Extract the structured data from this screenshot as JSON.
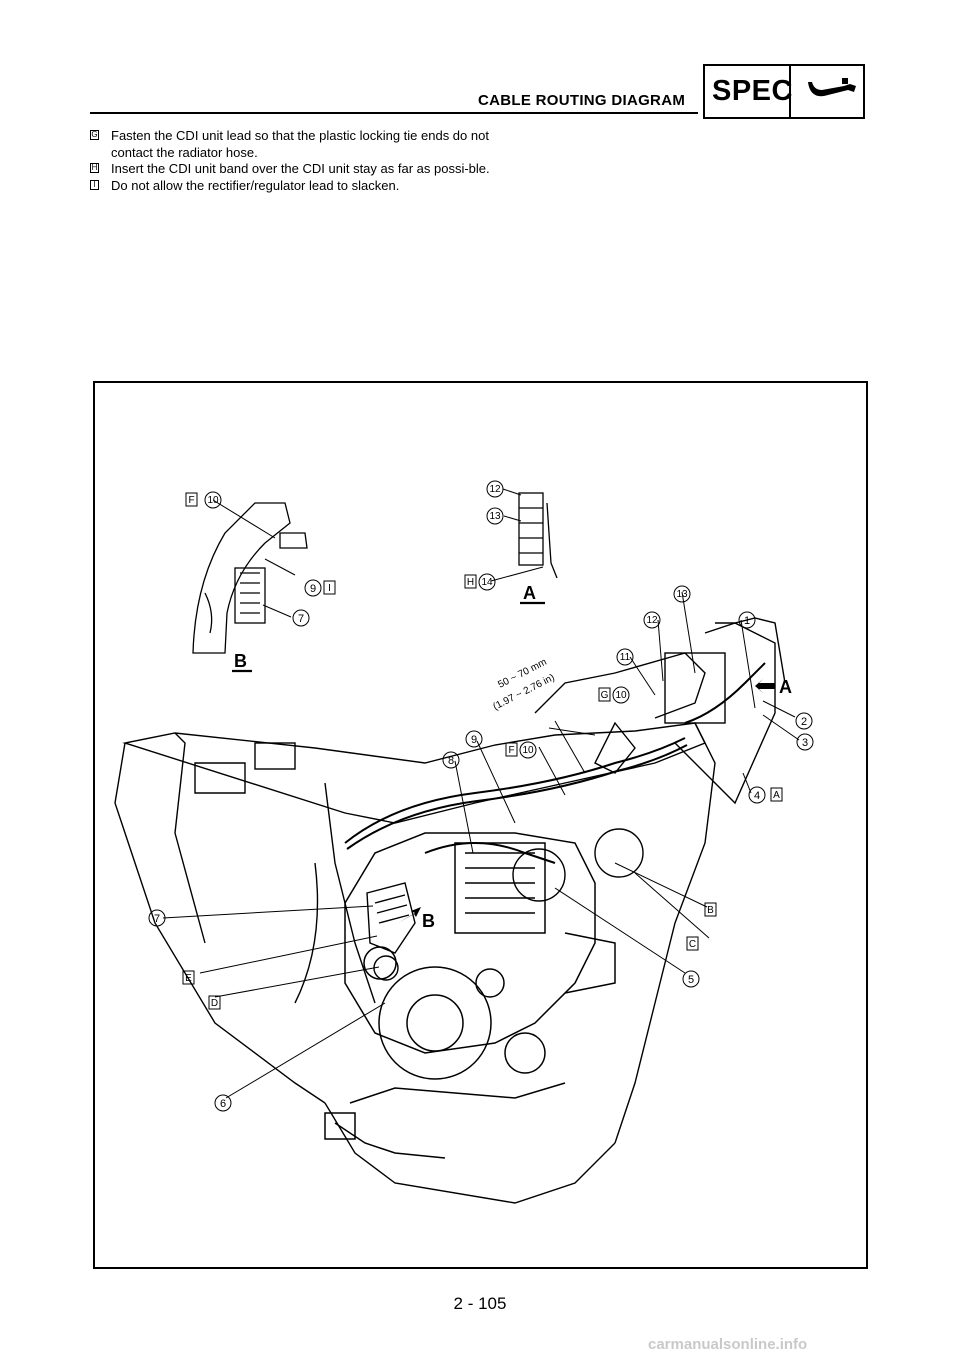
{
  "header": {
    "title": "CABLE ROUTING DIAGRAM",
    "section": "SPEC"
  },
  "notes": [
    {
      "key": "G",
      "text": "Fasten the CDI unit lead so that the plastic locking tie ends do not contact the radiator hose."
    },
    {
      "key": "H",
      "text": "Insert the CDI unit band over the CDI unit stay as far as possi-ble."
    },
    {
      "key": "I",
      "text": "Do not allow the rectifier/regulator lead to slacken."
    }
  ],
  "figure": {
    "view_a": "A",
    "view_b": "B",
    "dimension_mm": "50 ~ 70 mm",
    "dimension_in": "(1.97 ~ 2.76 in)",
    "callouts": {
      "c1": "1",
      "c2": "2",
      "c3": "3",
      "c4": "4",
      "c5": "5",
      "c6": "6",
      "c7": "7",
      "c8": "8",
      "c9": "9",
      "c10": "10",
      "c11": "11",
      "c12": "12",
      "c13": "13",
      "c14": "14"
    },
    "boxes": {
      "A": "A",
      "B": "B",
      "C": "C",
      "D": "D",
      "E": "E",
      "F": "F",
      "G": "G",
      "H": "H",
      "I": "I"
    }
  },
  "footer": {
    "page_number": "2 - 105",
    "watermark": "carmanualsonline.info"
  }
}
